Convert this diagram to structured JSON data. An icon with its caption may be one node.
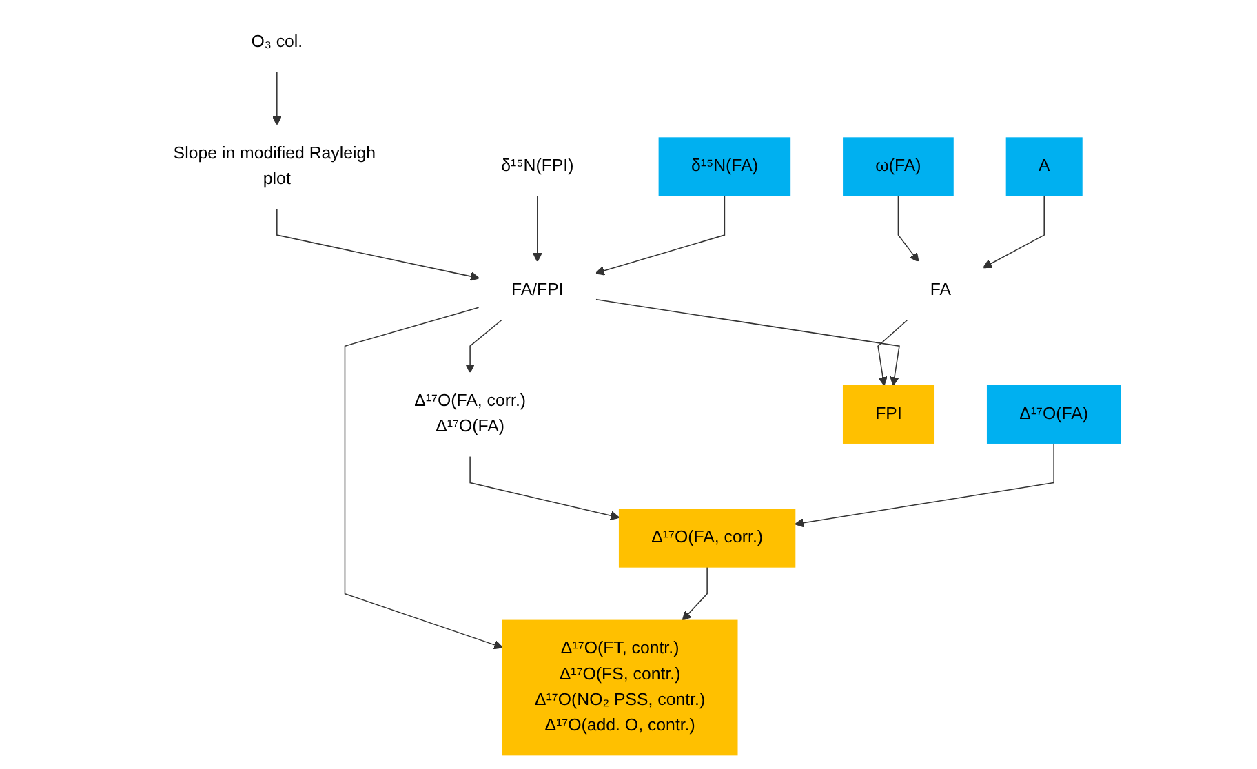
{
  "diagram": {
    "nodes": [
      {
        "text": [
          "ω(FA)"
        ]
      },
      {
        "text": [
          "δ¹⁵N(FA)"
        ]
      },
      {
        "text": [
          "Δ¹⁷O(FA)"
        ]
      },
      {
        "text": [
          "O₃ col."
        ]
      },
      {
        "text": [
          "Slope in modified Rayleigh plot"
        ]
      },
      {
        "text": [
          "δ¹⁵N(FPI)"
        ]
      },
      {
        "text": [
          "FA/FPI"
        ]
      },
      {
        "text": [
          "A"
        ]
      },
      {
        "text": [
          "FA"
        ]
      },
      {
        "text": [
          "Δ¹⁷O(FA, corr.)",
          "Δ¹⁷O(FA)"
        ]
      },
      {
        "text": [
          "FPI"
        ]
      },
      {
        "text": [
          "Δ¹⁷O(FA, corr.)"
        ]
      },
      {
        "text": [
          "Δ¹⁷O(FT, contr.)",
          "Δ¹⁷O(FS, contr.)",
          "Δ¹⁷O(NO₂ PSS, contr.)",
          "Δ¹⁷O(add. O, contr.)"
        ]
      }
    ],
    "edges": [
      {
        "from": 3,
        "to": 4,
        "arrow": "to"
      },
      {
        "from": 4,
        "to": 6,
        "arrow": "to"
      },
      {
        "from": 5,
        "to": 6,
        "arrow": "to"
      },
      {
        "from": 1,
        "to": 6,
        "arrow": "to"
      },
      {
        "from": 0,
        "to": 8,
        "arrow": "to"
      },
      {
        "from": 7,
        "to": 8,
        "arrow": "to"
      },
      {
        "from": 6,
        "to": 9,
        "arrow": "to"
      },
      {
        "from": 8,
        "to": 10,
        "arrow": "to"
      },
      {
        "from": 6,
        "to": 10,
        "arrow": "to"
      },
      {
        "from": 9,
        "to": 11,
        "arrow": "to"
      },
      {
        "from": 2,
        "to": 11,
        "arrow": "to"
      },
      {
        "from": 6,
        "to": 12,
        "arrow": "to"
      },
      {
        "from": 11,
        "to": 12,
        "arrow": "to"
      }
    ]
  }
}
